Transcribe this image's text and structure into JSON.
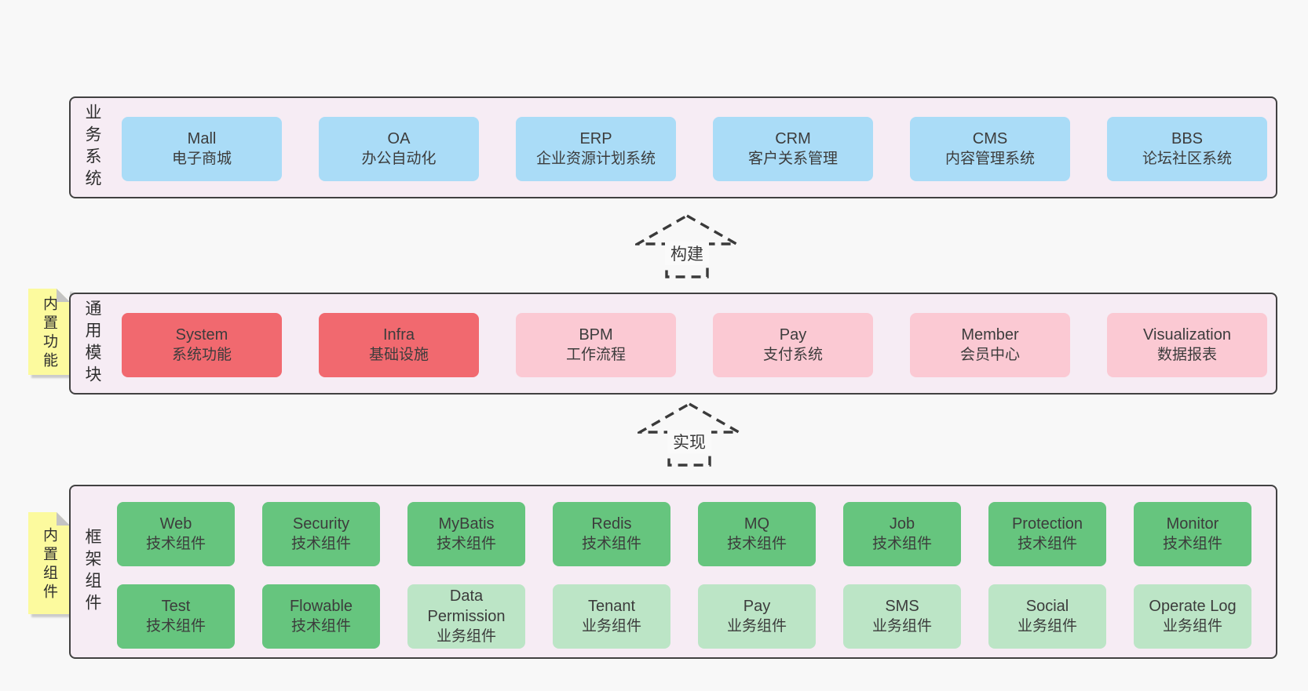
{
  "colors": {
    "page_bg": "#f8f8f8",
    "panel_bg": "#f6ecf4",
    "panel_border": "#414141",
    "blue": "#aadcf7",
    "red": "#f1696f",
    "pink": "#fbc9d3",
    "green": "#66c57e",
    "light_green": "#bce5c6",
    "sticky_yellow": "#fcfa9e",
    "sticky_fold": "#c4c4c4",
    "text_dark": "#3c3c3c"
  },
  "arrows": [
    {
      "label": "构建"
    },
    {
      "label": "实现"
    }
  ],
  "layers": [
    {
      "name": "business-systems",
      "side_label": "业务系统",
      "cards": [
        {
          "en": "Mall",
          "zh": "电子商城",
          "variant": "blue"
        },
        {
          "en": "OA",
          "zh": "办公自动化",
          "variant": "blue"
        },
        {
          "en": "ERP",
          "zh": "企业资源计划系统",
          "variant": "blue"
        },
        {
          "en": "CRM",
          "zh": "客户关系管理",
          "variant": "blue"
        },
        {
          "en": "CMS",
          "zh": "内容管理系统",
          "variant": "blue"
        },
        {
          "en": "BBS",
          "zh": "论坛社区系统",
          "variant": "blue"
        }
      ]
    },
    {
      "name": "common-modules",
      "side_label": "通用模块",
      "sticky_label": "内置功能",
      "cards": [
        {
          "en": "System",
          "zh": "系统功能",
          "variant": "red"
        },
        {
          "en": "Infra",
          "zh": "基础设施",
          "variant": "red"
        },
        {
          "en": "BPM",
          "zh": "工作流程",
          "variant": "pink"
        },
        {
          "en": "Pay",
          "zh": "支付系统",
          "variant": "pink"
        },
        {
          "en": "Member",
          "zh": "会员中心",
          "variant": "pink"
        },
        {
          "en": "Visualization",
          "zh": "数据报表",
          "variant": "pink"
        }
      ]
    },
    {
      "name": "framework-components",
      "side_label": "框架组件",
      "sticky_label": "内置组件",
      "rows": [
        [
          {
            "en": "Web",
            "zh": "技术组件",
            "variant": "green"
          },
          {
            "en": "Security",
            "zh": "技术组件",
            "variant": "green"
          },
          {
            "en": "MyBatis",
            "zh": "技术组件",
            "variant": "green"
          },
          {
            "en": "Redis",
            "zh": "技术组件",
            "variant": "green"
          },
          {
            "en": "MQ",
            "zh": "技术组件",
            "variant": "green"
          },
          {
            "en": "Job",
            "zh": "技术组件",
            "variant": "green"
          },
          {
            "en": "Protection",
            "zh": "技术组件",
            "variant": "green"
          },
          {
            "en": "Monitor",
            "zh": "技术组件",
            "variant": "green"
          }
        ],
        [
          {
            "en": "Test",
            "zh": "技术组件",
            "variant": "green"
          },
          {
            "en": "Flowable",
            "zh": "技术组件",
            "variant": "green"
          },
          {
            "en": "Data Permission",
            "zh": "业务组件",
            "variant": "light-green"
          },
          {
            "en": "Tenant",
            "zh": "业务组件",
            "variant": "light-green"
          },
          {
            "en": "Pay",
            "zh": "业务组件",
            "variant": "light-green"
          },
          {
            "en": "SMS",
            "zh": "业务组件",
            "variant": "light-green"
          },
          {
            "en": "Social",
            "zh": "业务组件",
            "variant": "light-green"
          },
          {
            "en": "Operate Log",
            "zh": "业务组件",
            "variant": "light-green"
          }
        ]
      ]
    }
  ]
}
